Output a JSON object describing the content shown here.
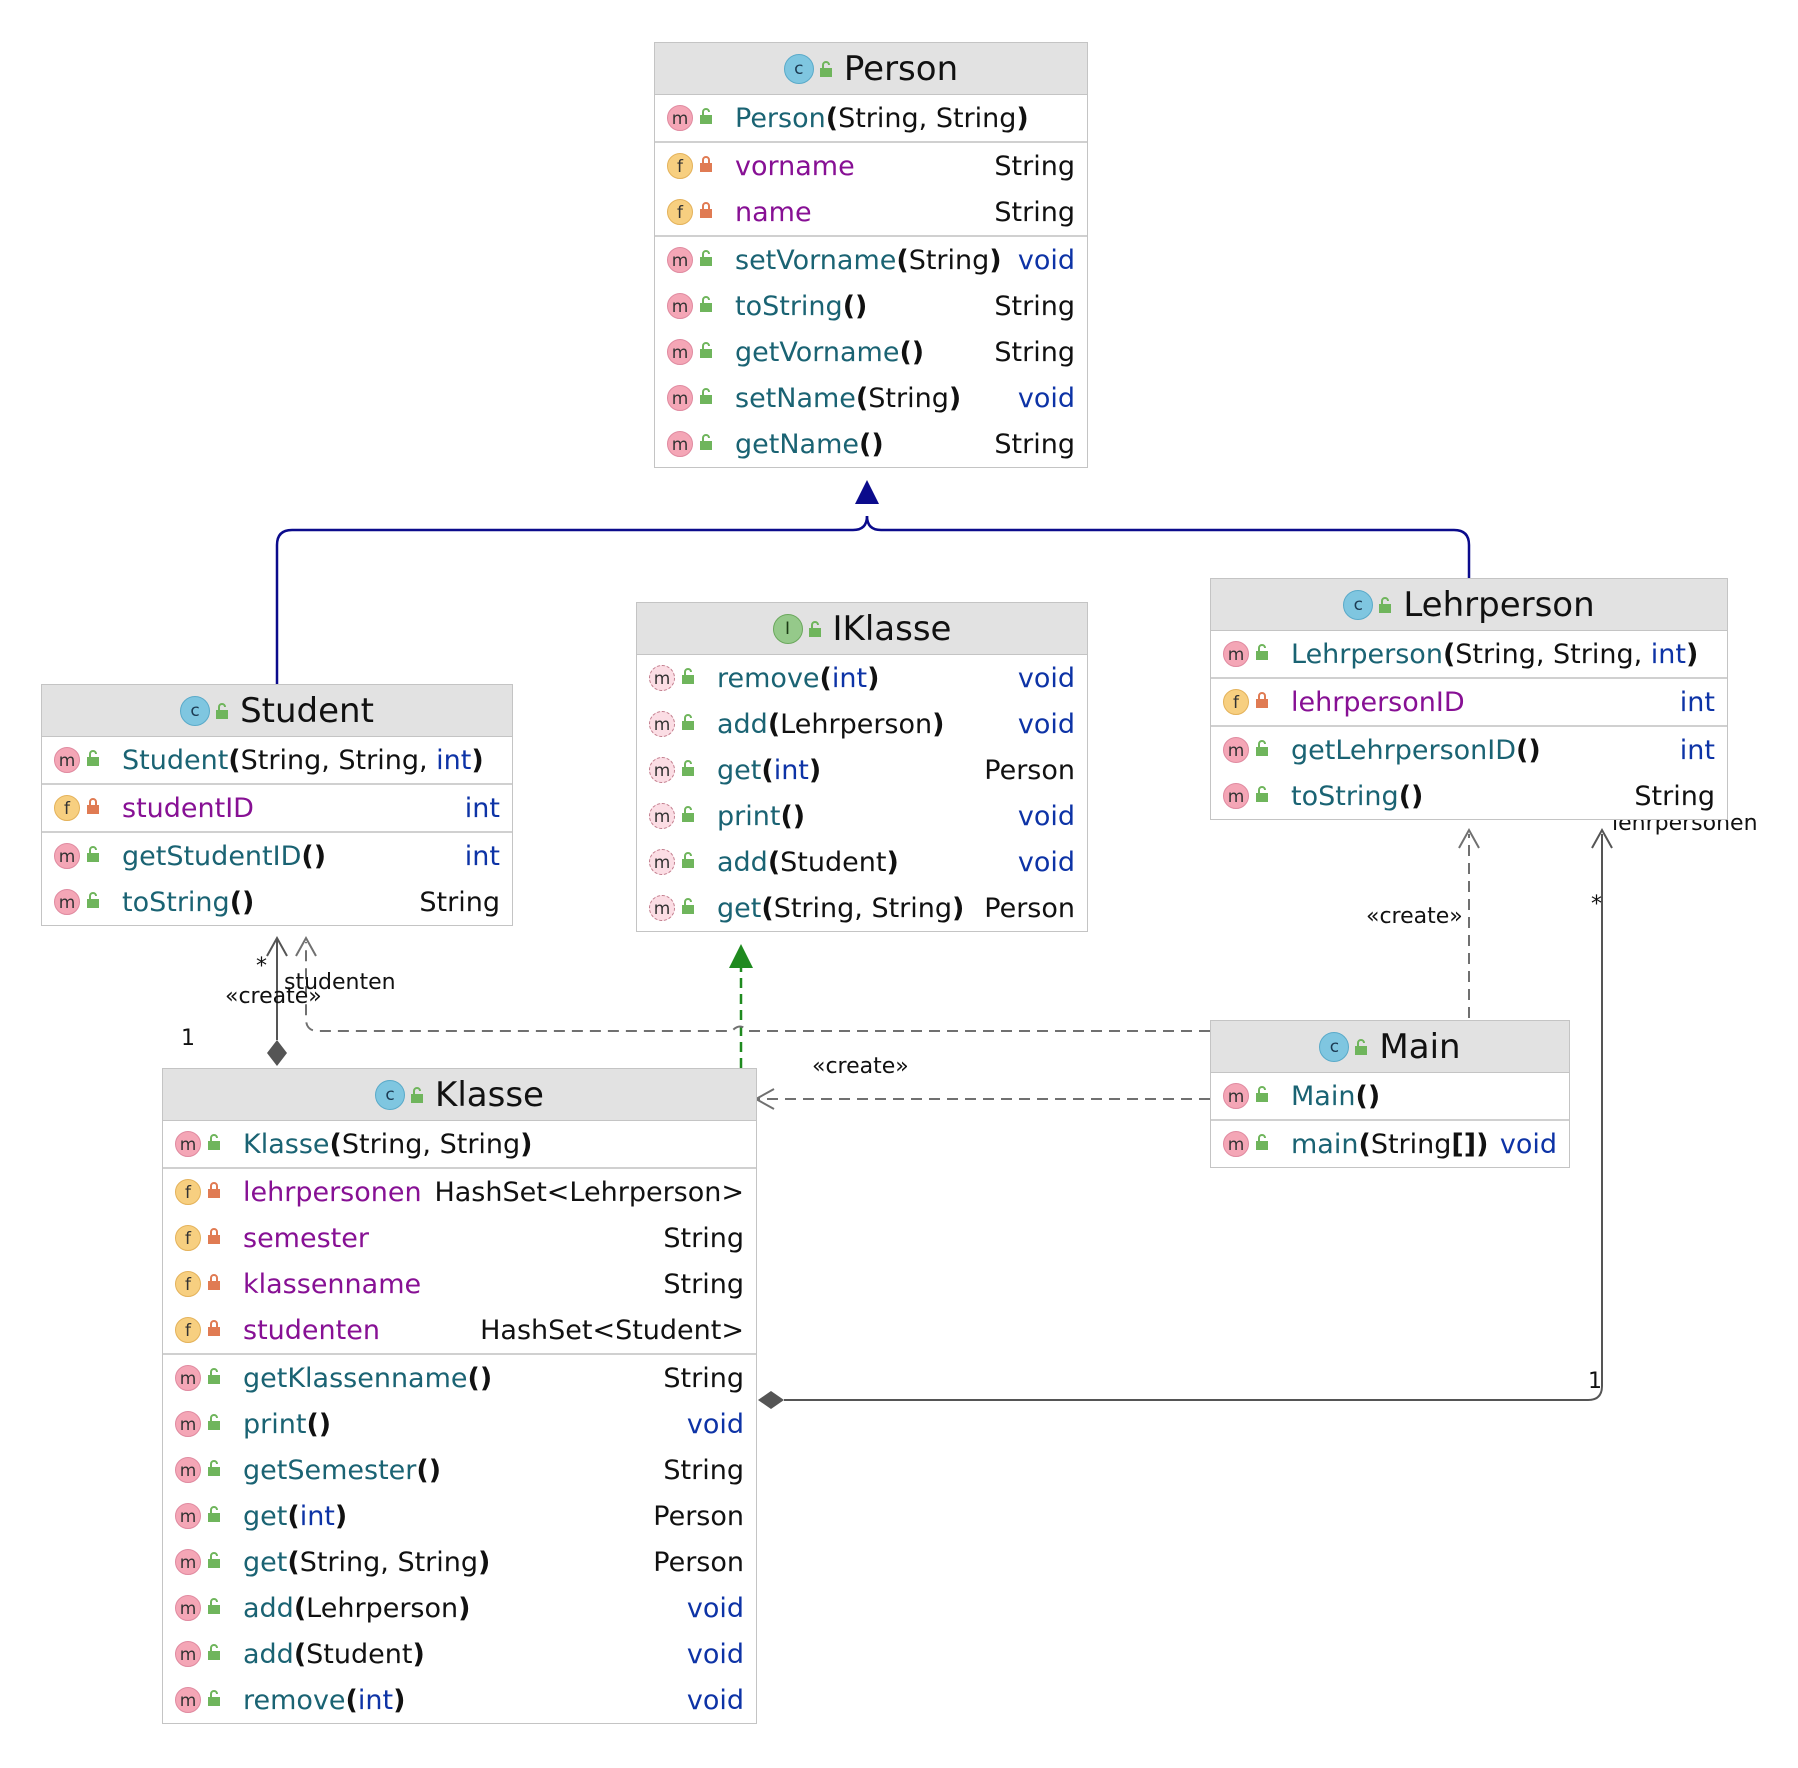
{
  "classes": {
    "person": {
      "name": "Person",
      "kind": "class",
      "constructors": [
        {
          "name": "Person",
          "params": "(String, String)"
        }
      ],
      "fields": [
        {
          "name": "vorname",
          "type": "String"
        },
        {
          "name": "name",
          "type": "String"
        }
      ],
      "methods": [
        {
          "name": "setVorname",
          "params": "(String)",
          "type": "void"
        },
        {
          "name": "toString",
          "params": "()",
          "type": "String"
        },
        {
          "name": "getVorname",
          "params": "()",
          "type": "String"
        },
        {
          "name": "setName",
          "params": "(String)",
          "type": "void"
        },
        {
          "name": "getName",
          "params": "()",
          "type": "String"
        }
      ]
    },
    "iklasse": {
      "name": "IKlasse",
      "kind": "interface",
      "methods": [
        {
          "name": "remove",
          "params": "(int)",
          "type": "void"
        },
        {
          "name": "add",
          "params": "(Lehrperson)",
          "type": "void"
        },
        {
          "name": "get",
          "params": "(int)",
          "type": "Person"
        },
        {
          "name": "print",
          "params": "()",
          "type": "void"
        },
        {
          "name": "add",
          "params": "(Student)",
          "type": "void"
        },
        {
          "name": "get",
          "params": "(String, String)",
          "type": "Person"
        }
      ]
    },
    "lehrperson": {
      "name": "Lehrperson",
      "kind": "class",
      "constructors": [
        {
          "name": "Lehrperson",
          "params": "(String, String, int)"
        }
      ],
      "fields": [
        {
          "name": "lehrpersonID",
          "type": "int"
        }
      ],
      "methods": [
        {
          "name": "getLehrpersonID",
          "params": "()",
          "type": "int"
        },
        {
          "name": "toString",
          "params": "()",
          "type": "String"
        }
      ]
    },
    "student": {
      "name": "Student",
      "kind": "class",
      "constructors": [
        {
          "name": "Student",
          "params": "(String, String, int)"
        }
      ],
      "fields": [
        {
          "name": "studentID",
          "type": "int"
        }
      ],
      "methods": [
        {
          "name": "getStudentID",
          "params": "()",
          "type": "int"
        },
        {
          "name": "toString",
          "params": "()",
          "type": "String"
        }
      ]
    },
    "main": {
      "name": "Main",
      "kind": "class",
      "constructors": [
        {
          "name": "Main",
          "params": "()"
        }
      ],
      "methods": [
        {
          "name": "main",
          "params": "(String[])",
          "type": "void"
        }
      ]
    },
    "klasse": {
      "name": "Klasse",
      "kind": "class",
      "constructors": [
        {
          "name": "Klasse",
          "params": "(String, String)"
        }
      ],
      "fields": [
        {
          "name": "lehrpersonen",
          "type": "HashSet<Lehrperson>"
        },
        {
          "name": "semester",
          "type": "String"
        },
        {
          "name": "klassenname",
          "type": "String"
        },
        {
          "name": "studenten",
          "type": "HashSet<Student>"
        }
      ],
      "methods": [
        {
          "name": "getKlassenname",
          "params": "()",
          "type": "String"
        },
        {
          "name": "print",
          "params": "()",
          "type": "void"
        },
        {
          "name": "getSemester",
          "params": "()",
          "type": "String"
        },
        {
          "name": "get",
          "params": "(int)",
          "type": "Person"
        },
        {
          "name": "get",
          "params": "(String, String)",
          "type": "Person"
        },
        {
          "name": "add",
          "params": "(Lehrperson)",
          "type": "void"
        },
        {
          "name": "add",
          "params": "(Student)",
          "type": "void"
        },
        {
          "name": "remove",
          "params": "(int)",
          "type": "void"
        }
      ]
    }
  },
  "labels": {
    "create_student": "«create»",
    "create_lehrperson": "«create»",
    "create_klasse": "«create»",
    "studenten_role": "studenten",
    "studenten_mult_many": "*",
    "studenten_mult_one": "1",
    "lehrpersonen_role": "lehrpersonen",
    "lehrpersonen_mult_many": "*",
    "lehrpersonen_mult_one": "1"
  },
  "colors": {
    "inheritance": "#0b0b8c",
    "realization": "#1f8a1f",
    "dependency": "#707070",
    "composition": "#555555",
    "header_bg": "#e2e2e2"
  },
  "primitive_types": [
    "int",
    "void"
  ]
}
